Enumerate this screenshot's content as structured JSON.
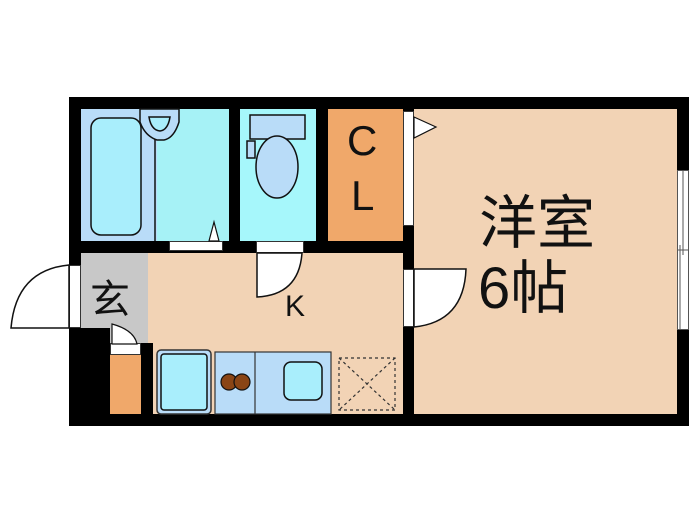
{
  "floor_plan": {
    "rooms": {
      "western_room": {
        "label_line1": "洋室",
        "label_line2": "6帖",
        "color": "#f2d3b5"
      },
      "kitchen": {
        "label": "K",
        "color": "#f2d3b5"
      },
      "entrance": {
        "label": "玄",
        "color": "#c8c8c8"
      },
      "closet": {
        "label_line1": "C",
        "label_line2": "L",
        "color": "#f0a86a"
      },
      "bathroom": {
        "color": "#a6f2f6"
      },
      "toilet": {
        "color": "#a6f7fb"
      },
      "shoe_box": {
        "color": "#f0a86a"
      }
    },
    "colors": {
      "wall": "#000000",
      "fixture_blue": "#b7dcf8",
      "fixture_cyan": "#a9eefc",
      "stove_burner": "#8a4515"
    }
  }
}
